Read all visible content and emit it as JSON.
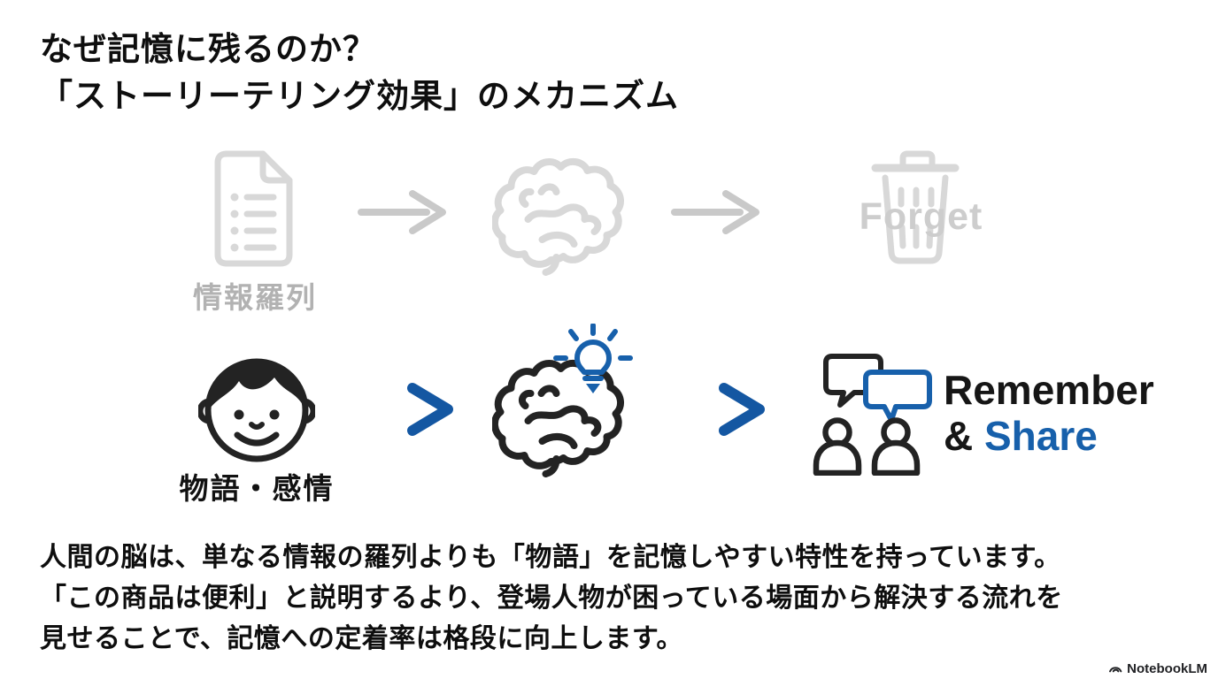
{
  "slide": {
    "title": {
      "line1": "なぜ記憶に残るのか？",
      "line2": "「ストーリーテリング効果」のメカニズム"
    },
    "flow_muted": {
      "source_label": "情報羅列",
      "result_label": "Forget"
    },
    "flow_active": {
      "source_label": "物語・感情",
      "result_word1": "Remember",
      "result_amp": "& ",
      "result_word2": "Share"
    },
    "body": {
      "line1": "人間の脳は、単なる情報の羅列よりも「物語」を記憶しやすい特性を持っています。",
      "line2": "「この商品は便利」と説明するより、登場人物が困っている場面から解決する流れを",
      "line3": "見せることで、記憶への定着率は格段に向上します。"
    },
    "footer": {
      "brand": "NotebookLM"
    },
    "icons": {
      "document_list": "document-list-icon",
      "brain_muted": "brain-icon (muted)",
      "brain_active": "brain-icon (active)",
      "arrow_muted": "arrow-right-icon (muted)",
      "arrow_active": "arrow-right-icon (gradient blue)",
      "trash": "trash-icon",
      "face": "boy-face-icon",
      "lightbulb": "lightbulb-idea-icon",
      "people_chat": "two-people-chat-icon",
      "brand_mark": "notebooklm-logo-icon"
    },
    "colors": {
      "accent_blue": "#1760ab",
      "muted_gray": "#d8d8d8",
      "ink": "#111111"
    }
  }
}
